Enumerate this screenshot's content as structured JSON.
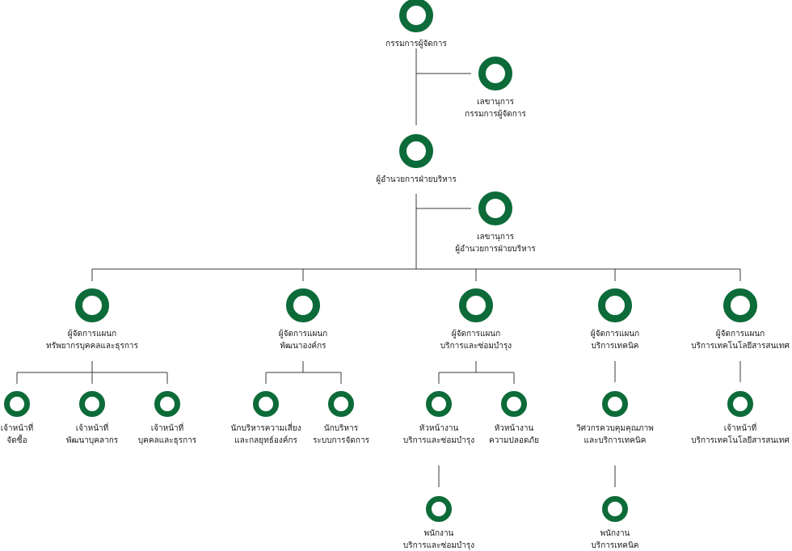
{
  "colors": {
    "ring": "#0c6b38",
    "line": "#3a3a3a"
  },
  "nodes": {
    "md": {
      "lines": [
        "กรรมการผู้จัดการ"
      ],
      "size": "large"
    },
    "md_sec": {
      "lines": [
        "เลขานุการ",
        "กรรมการผู้จัดการ"
      ],
      "size": "large"
    },
    "ad": {
      "lines": [
        "ผู้อำนวยการฝ่ายบริหาร"
      ],
      "size": "large"
    },
    "ad_sec": {
      "lines": [
        "เลขานุการ",
        "ผู้อำนวยการฝ่ายบริหาร"
      ],
      "size": "large"
    },
    "hr_mgr": {
      "lines": [
        "ผู้จัดการแผนก",
        "ทรัพยากรบุคคลและธุรการ"
      ],
      "size": "large"
    },
    "org_mgr": {
      "lines": [
        "ผู้จัดการแผนก",
        "พัฒนาองค์กร"
      ],
      "size": "large"
    },
    "maint_mgr": {
      "lines": [
        "ผู้จัดการแผนก",
        "บริการและซ่อมบำรุง"
      ],
      "size": "large"
    },
    "tech_mgr": {
      "lines": [
        "ผู้จัดการแผนก",
        "บริการเทคนิค"
      ],
      "size": "large"
    },
    "it_mgr": {
      "lines": [
        "ผู้จัดการแผนก",
        "บริการเทคโนโลยีสารสนเทศ"
      ],
      "size": "large"
    },
    "purchasing": {
      "lines": [
        "เจ้าหน้าที่",
        "จัดซื้อ"
      ],
      "size": "small"
    },
    "personnel_dev": {
      "lines": [
        "เจ้าหน้าที่",
        "พัฒนาบุคลากร"
      ],
      "size": "small"
    },
    "hr_admin": {
      "lines": [
        "เจ้าหน้าที่",
        "บุคคลและธุรการ"
      ],
      "size": "small"
    },
    "risk": {
      "lines": [
        "นักบริหารความเสี่ยง",
        "และกลยุทธ์องค์กร"
      ],
      "size": "small"
    },
    "sys_mgmt": {
      "lines": [
        "นักบริหาร",
        "ระบบการจัดการ"
      ],
      "size": "small"
    },
    "maint_head": {
      "lines": [
        "หัวหน้างาน",
        "บริการและซ่อมบำรุง"
      ],
      "size": "small"
    },
    "safety_head": {
      "lines": [
        "หัวหน้างาน",
        "ความปลอดภัย"
      ],
      "size": "small"
    },
    "qc_eng": {
      "lines": [
        "วิศวกรควบคุมคุณภาพ",
        "และบริการเทคนิค"
      ],
      "size": "small"
    },
    "it_staff": {
      "lines": [
        "เจ้าหน้าที่",
        "บริการเทคโนโลยีสารสนเทศ"
      ],
      "size": "small"
    },
    "maint_staff": {
      "lines": [
        "พนักงาน",
        "บริการและซ่อมบำรุง"
      ],
      "size": "small"
    },
    "tech_staff": {
      "lines": [
        "พนักงาน",
        "บริการเทคนิค"
      ],
      "size": "small"
    }
  }
}
